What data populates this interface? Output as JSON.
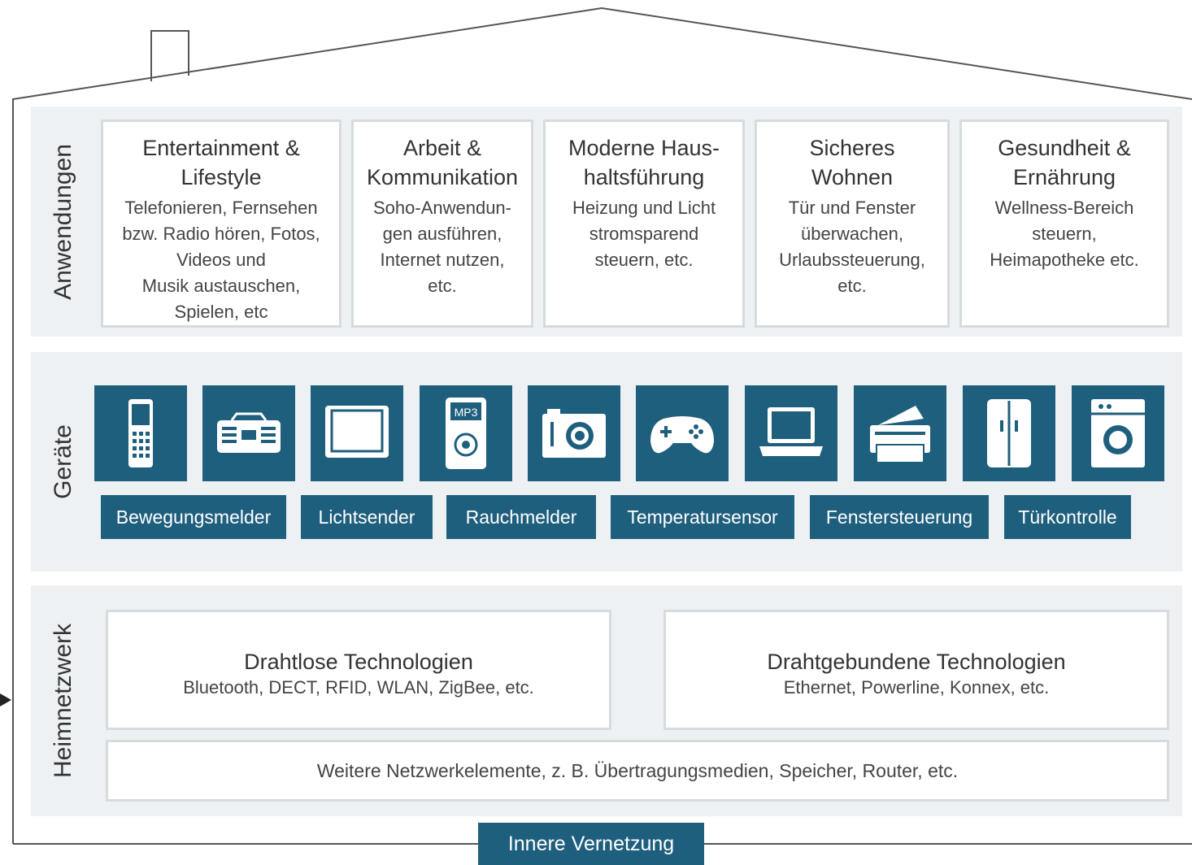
{
  "sections": {
    "apps_label": "Anwendungen",
    "devices_label": "Geräte",
    "network_label": "Heimnetzwerk"
  },
  "applications": [
    {
      "title": "Entertainment &\nLifestyle",
      "desc": "Telefonieren, Fernsehen\nbzw. Radio hören, Fotos,\nVideos und\nMusik austauschen,\nSpielen, etc"
    },
    {
      "title": "Arbeit &\nKommunikation",
      "desc": "Soho-Anwendun-\ngen ausführen,\nInternet nutzen,\netc."
    },
    {
      "title": "Moderne Haus-\nhaltsführung",
      "desc": "Heizung und Licht\nstromsparend\nsteuern, etc."
    },
    {
      "title": "Sicheres\nWohnen",
      "desc": "Tür und Fenster\nüberwachen,\nUrlaubssteuerung,\netc."
    },
    {
      "title": "Gesundheit &\nErnährung",
      "desc": "Wellness-Bereich\nsteuern,\nHeimapotheke etc."
    }
  ],
  "devices": [
    "mobile-phone-icon",
    "boombox-radio-icon",
    "tv-icon",
    "mp3-player-icon",
    "camera-icon",
    "gamepad-icon",
    "laptop-icon",
    "printer-scanner-icon",
    "fridge-icon",
    "washing-machine-icon"
  ],
  "mp3_text": "MP3",
  "sensors": [
    "Bewegungsmelder",
    "Lichtsender",
    "Rauchmelder",
    "Temperatursensor",
    "Fenstersteuerung",
    "Türkontrolle"
  ],
  "network": {
    "wireless_title": "Drahtlose Technologien",
    "wireless_desc": "Bluetooth, DECT, RFID, WLAN, ZigBee, etc.",
    "wired_title": "Drahtgebundene Technologien",
    "wired_desc": "Ethernet, Powerline, Konnex, etc.",
    "other": "Weitere Netzwerkelemente, z. B. Übertragungsmedien, Speicher, Router, etc."
  },
  "inner_network": "Innere Vernetzung",
  "colors": {
    "accent": "#1f5f7e",
    "panel": "#eef1f3",
    "border": "#d6dbde"
  }
}
